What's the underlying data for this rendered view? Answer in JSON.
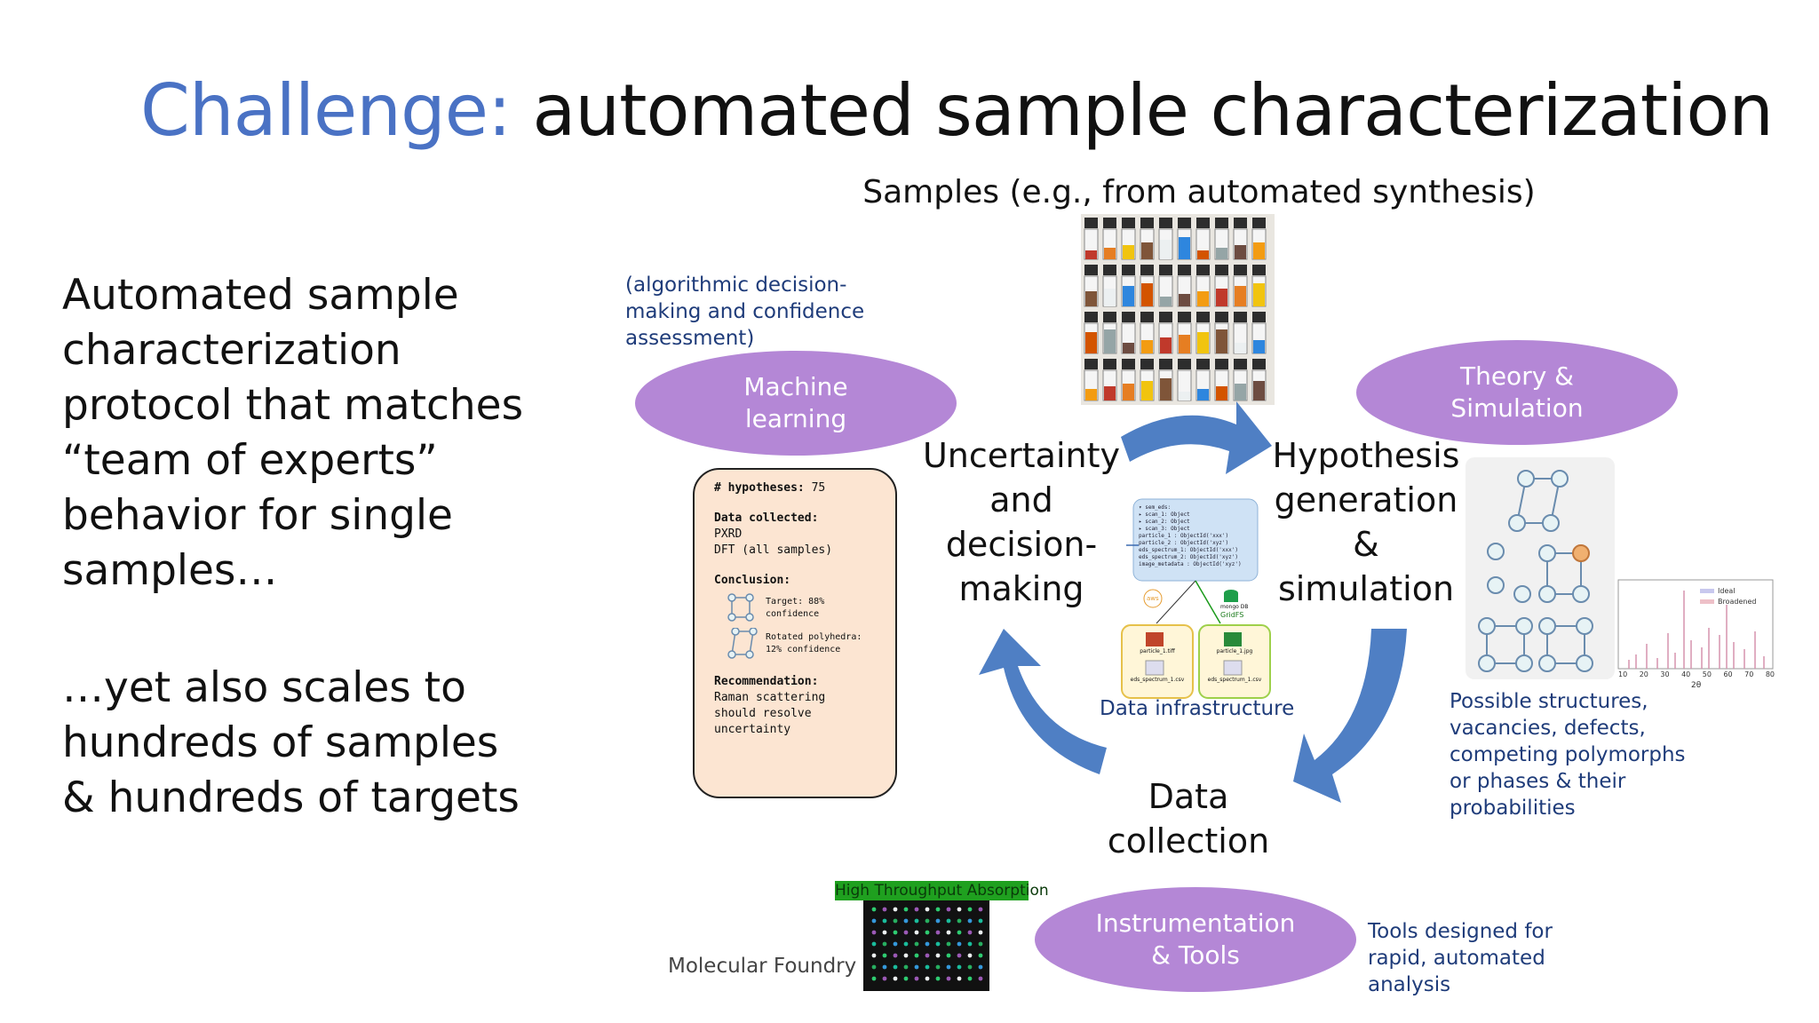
{
  "title": {
    "accent": "Challenge:",
    "rest": "automated sample characterization"
  },
  "left_text": {
    "para1": [
      "Automated sample",
      "characterization",
      "protocol that matches",
      "“team of experts”",
      "behavior for single",
      "samples…"
    ],
    "para2": [
      "…yet also scales to",
      "hundreds of samples",
      "& hundreds of targets"
    ]
  },
  "samples_title": "Samples (e.g., from automated synthesis)",
  "notes": {
    "ml_note": [
      "(algorithmic decision-",
      "making and confidence",
      "assessment)"
    ],
    "data_infra": "Data infrastructure",
    "structures": [
      "Possible structures,",
      "vacancies, defects,",
      "competing polymorphs",
      "or phases & their",
      "probabilities"
    ],
    "tools": [
      "Tools designed for",
      "rapid, automated",
      "analysis"
    ]
  },
  "ellipses": {
    "ml": [
      "Machine",
      "learning"
    ],
    "theory": [
      "Theory &",
      "Simulation"
    ],
    "instrumentation": [
      "Instrumentation",
      "& Tools"
    ]
  },
  "cycle": {
    "uncertainty": [
      "Uncertainty",
      "and",
      "decision-",
      "making"
    ],
    "hypothesis": [
      "Hypothesis",
      "generation",
      "&",
      "simulation"
    ],
    "data": [
      "Data",
      "collection"
    ]
  },
  "summary_card": {
    "hyp_label": "# hypotheses:",
    "hyp_value": "75",
    "data_label": "Data collected:",
    "data_items": [
      "PXRD",
      "DFT (all samples)"
    ],
    "conclusion_label": "Conclusion:",
    "target": [
      "Target: 88%",
      "confidence"
    ],
    "rotated": [
      "Rotated polyhedra:",
      "12% confidence"
    ],
    "rec_label": "Recommendation:",
    "rec_lines": [
      "Raman scattering",
      "should resolve",
      "uncertainty"
    ]
  },
  "infra_graphic": {
    "tree": [
      "▾ sem_eds:",
      "  ▸ scan_1: Object",
      "  ▸ scan_2: Object",
      "  ▸ scan_3: Object",
      "particle_1 : ObjectId('xxx')",
      "particle_2 : ObjectId('xyz')",
      "eds_spectrum_1: ObjectId('xxx')",
      "eds_spectrum_2: ObjectId('xyz')",
      "image_metadata : ObjectId('xyz')"
    ],
    "aws": "aws",
    "db": "mongo DB",
    "gridfs": "GridFS",
    "files": [
      "particle_1.tiff",
      "particle_1.jpg",
      "eds_spectrum_1.csv",
      "eds_spectrum_1.csv"
    ]
  },
  "plot": {
    "legend": [
      "Ideal",
      "Broadened"
    ],
    "ticks": [
      "10",
      "20",
      "30",
      "40",
      "50",
      "60",
      "70",
      "80"
    ],
    "xlabel": "2θ"
  },
  "ht_label": "High Throughput Absorption",
  "mf_label": "Molecular Foundry",
  "colors": {
    "accent": "#4a72c4",
    "ellipse": "#b487d6",
    "arrow": "#4f7fc4",
    "note_text": "#1f3c7a",
    "card_bg": "#fce5d2"
  }
}
